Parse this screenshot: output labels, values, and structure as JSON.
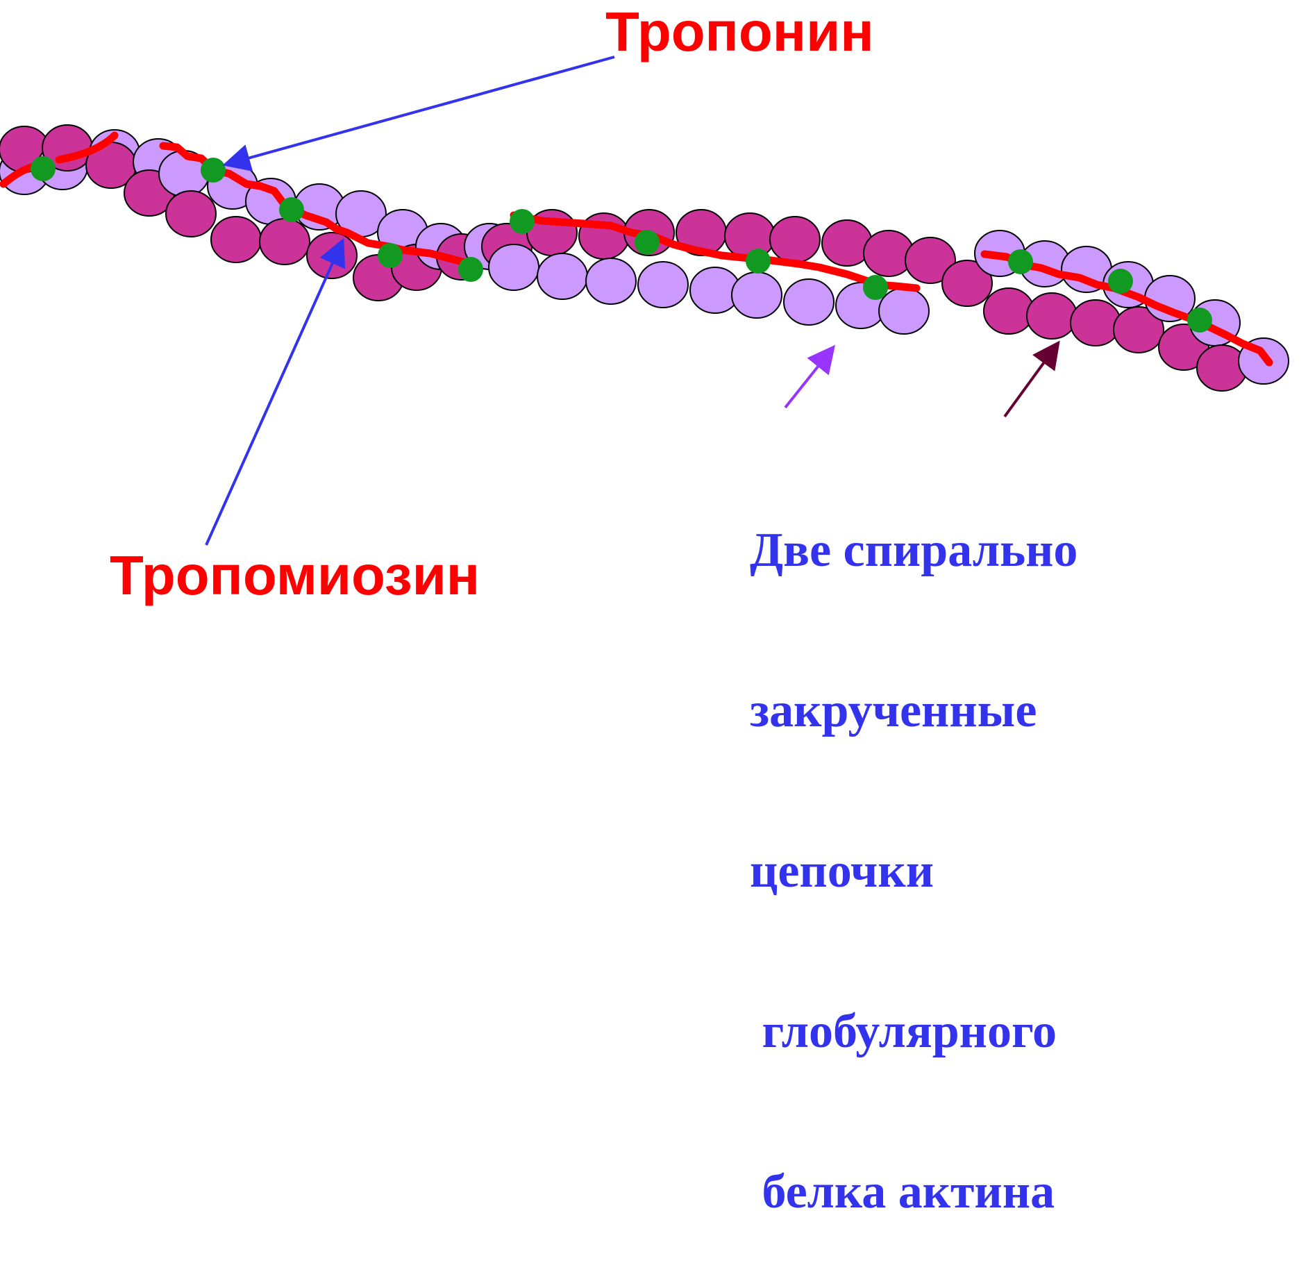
{
  "labels": {
    "troponin": "Тропонин",
    "tropomyosin": "Тропомиозин",
    "actin_lines": [
      "Две спирально",
      "закрученные",
      "цепочки",
      " глобулярного",
      " белка актина"
    ]
  },
  "colors": {
    "background": "#ffffff",
    "label_red": "#ff0000",
    "label_blue": "#3333ee",
    "actin_dark": "#cc3399",
    "actin_light": "#cc99ff",
    "tropomyosin": "#ff0000",
    "troponin": "#119922",
    "arrow_blue": "#3333ee",
    "arrow_violet": "#9933ff",
    "arrow_maroon": "#660033"
  }
}
